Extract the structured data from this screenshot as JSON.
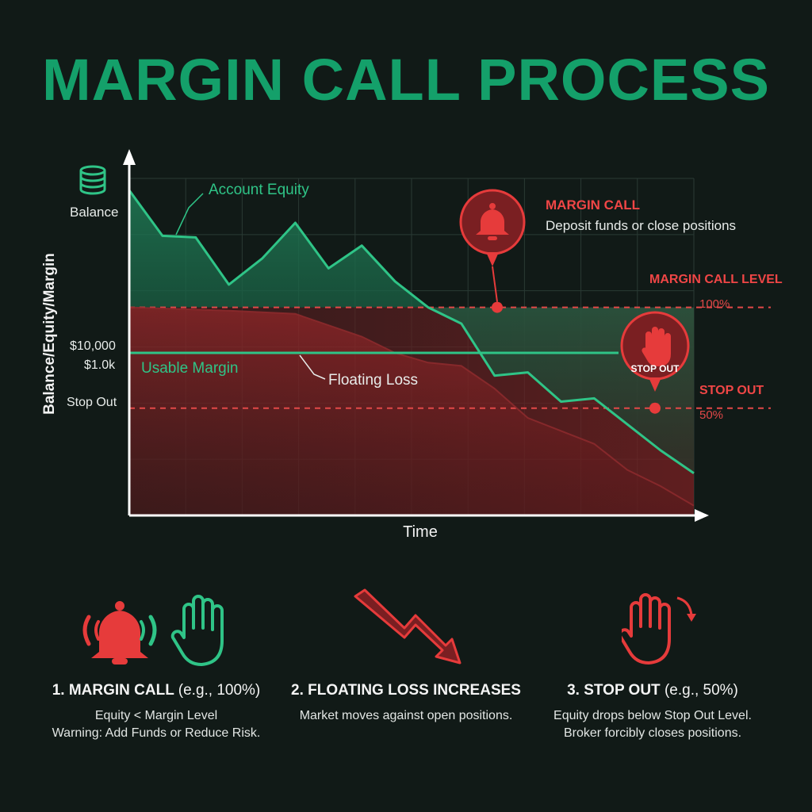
{
  "title": "MARGIN CALL PROCESS",
  "chart_data": {
    "type": "line",
    "ylabel": "Balance/Equity/Margin",
    "xlabel": "Time",
    "y_tick_labels": [
      "Balance",
      "$10,000",
      "$1.0k",
      "Stop Out"
    ],
    "grid": true,
    "series": [
      {
        "name": "Account Equity",
        "x": [
          0,
          1,
          2,
          3,
          4,
          5,
          6,
          7,
          8,
          9,
          10,
          11,
          12,
          13,
          14,
          15,
          16,
          17
        ],
        "values": [
          100,
          86,
          85.5,
          71,
          79,
          90,
          76,
          83,
          72,
          64,
          59,
          43,
          44,
          35,
          36,
          28,
          20,
          13
        ]
      },
      {
        "name": "Usable Margin",
        "x": [
          0,
          17
        ],
        "values": [
          50,
          50
        ]
      },
      {
        "name": "Floating Loss",
        "x": [
          0,
          3,
          5,
          7,
          8,
          9,
          10,
          11,
          12,
          13,
          14,
          15,
          16,
          17
        ],
        "values": [
          64,
          63,
          62,
          55,
          50,
          47,
          46,
          39,
          30,
          26,
          22,
          14,
          9,
          3
        ]
      }
    ],
    "ylim": [
      0,
      100
    ],
    "levels": [
      {
        "name": "MARGIN CALL LEVEL",
        "value": 64,
        "percent": "100%"
      },
      {
        "name": "STOP OUT",
        "value": 33,
        "percent": "50%"
      }
    ],
    "annotations": [
      {
        "label": "MARGIN CALL",
        "text": "Deposit funds or close positions"
      },
      {
        "label": "STOP OUT"
      }
    ]
  },
  "colors": {
    "green": "#2fc487",
    "red": "#e63b3b",
    "background": "#111a17",
    "title": "#14a06a"
  },
  "icons": {
    "balance": "coin-stack-icon",
    "margin_call": "bell-icon",
    "stop_out": "hand-stop-icon",
    "step1": [
      "ringing-bell-icon",
      "hand-icon"
    ],
    "step2": "downward-zigzag-arrow-icon",
    "step3": "waving-hand-icon"
  },
  "steps": [
    {
      "head": "1. MARGIN CALL",
      "paren": "(e.g., 100%)",
      "lines": [
        "Equity < Margin Level",
        "Warning: Add Funds or Reduce Risk."
      ]
    },
    {
      "head": "2. FLOATING LOSS INCREASES",
      "paren": "",
      "lines": [
        "Market moves against open positions."
      ]
    },
    {
      "head": "3. STOP OUT",
      "paren": "(e.g., 50%)",
      "lines": [
        "Equity drops below Stop Out Level.",
        "Broker forcibly closes positions."
      ]
    }
  ]
}
